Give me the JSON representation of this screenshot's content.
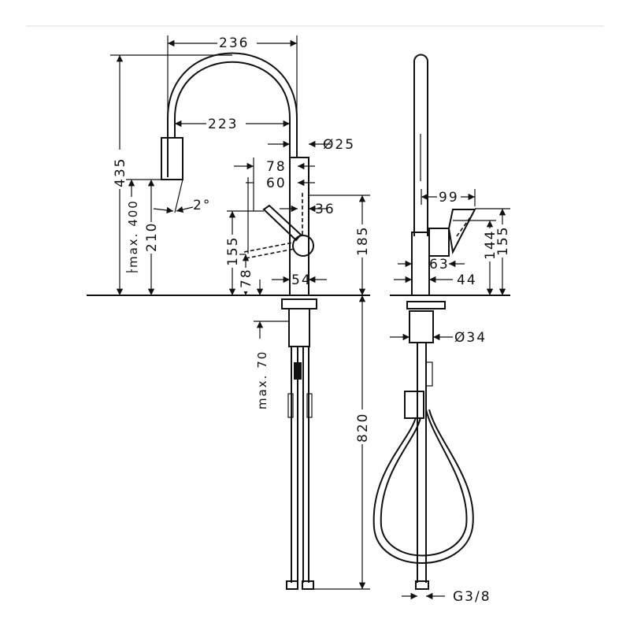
{
  "title": "Kitchen mixer pull-out spray dimension drawing",
  "front_view": {
    "dim_spout_reach_outer": "236",
    "dim_spout_reach_inner": "223",
    "dim_spout_diameter": "Ø25",
    "dim_lever_78": "78",
    "dim_lever_60": "60",
    "dim_body_36": "36",
    "dim_total_height": "435",
    "dim_max_400": "max. 400",
    "dim_outlet_210": "210",
    "dim_angle": "2°",
    "dim_lever_155": "155",
    "dim_lever_78_low": "78",
    "dim_base_54": "54",
    "dim_lever_185": "185",
    "dim_max_70": "max. 70",
    "dim_hose_820": "820"
  },
  "side_view": {
    "dim_99": "99",
    "dim_144": "144",
    "dim_155": "155",
    "dim_63": "63",
    "dim_44": "44",
    "dim_shank": "Ø34",
    "dim_connection": "G3/8"
  }
}
